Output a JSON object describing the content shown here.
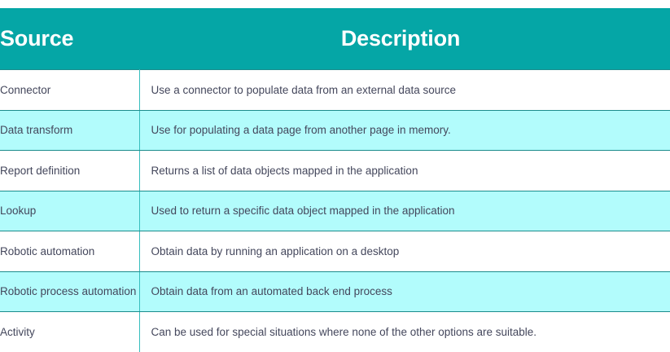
{
  "table": {
    "headers": {
      "source": "Source",
      "description": "Description"
    },
    "colors": {
      "header_background": "#05A6A6",
      "header_text": "#FFFFFF",
      "row_alt_background": "#B2FCFC",
      "row_background": "#FFFFFF",
      "border": "#1B8C8C",
      "border_light": "#36BDBD",
      "body_text": "#44475C"
    },
    "rows": [
      {
        "source": "Connector",
        "source_visible": "ector",
        "description": "Use a connector to populate data from an external data source",
        "info_icon": "info-circle-icon",
        "has_info": true
      },
      {
        "source": "Data transform",
        "source_visible": "ransform",
        "description": "Use for populating a data page from another page in memory.",
        "info_icon": "info-circle-icon",
        "has_info": true
      },
      {
        "source": "Report definition",
        "source_visible": "t definition",
        "description": "Returns a list of data objects mapped in the application",
        "info_icon": "info-circle-icon",
        "has_info": true
      },
      {
        "source": "Lookup",
        "source_visible": "p",
        "description": "Used to return a specific data object mapped in the application",
        "info_icon": "info-circle-icon",
        "has_info": true
      },
      {
        "source": "Robotic automation",
        "source_visible": "ic automation",
        "description": "Obtain data by running an application on a desktop",
        "info_icon": "info-circle-icon",
        "has_info": true
      },
      {
        "source": "Robotic process automation",
        "source_visible": "ic process automation",
        "description": "Obtain data from an automated back end process",
        "info_icon": "info-circle-icon",
        "has_info": true
      },
      {
        "source": "Activity",
        "source_visible": "ctivity",
        "description": "Can be used for special situations where none of the other options are suitable.",
        "info_icon": null,
        "has_info": false
      }
    ]
  }
}
